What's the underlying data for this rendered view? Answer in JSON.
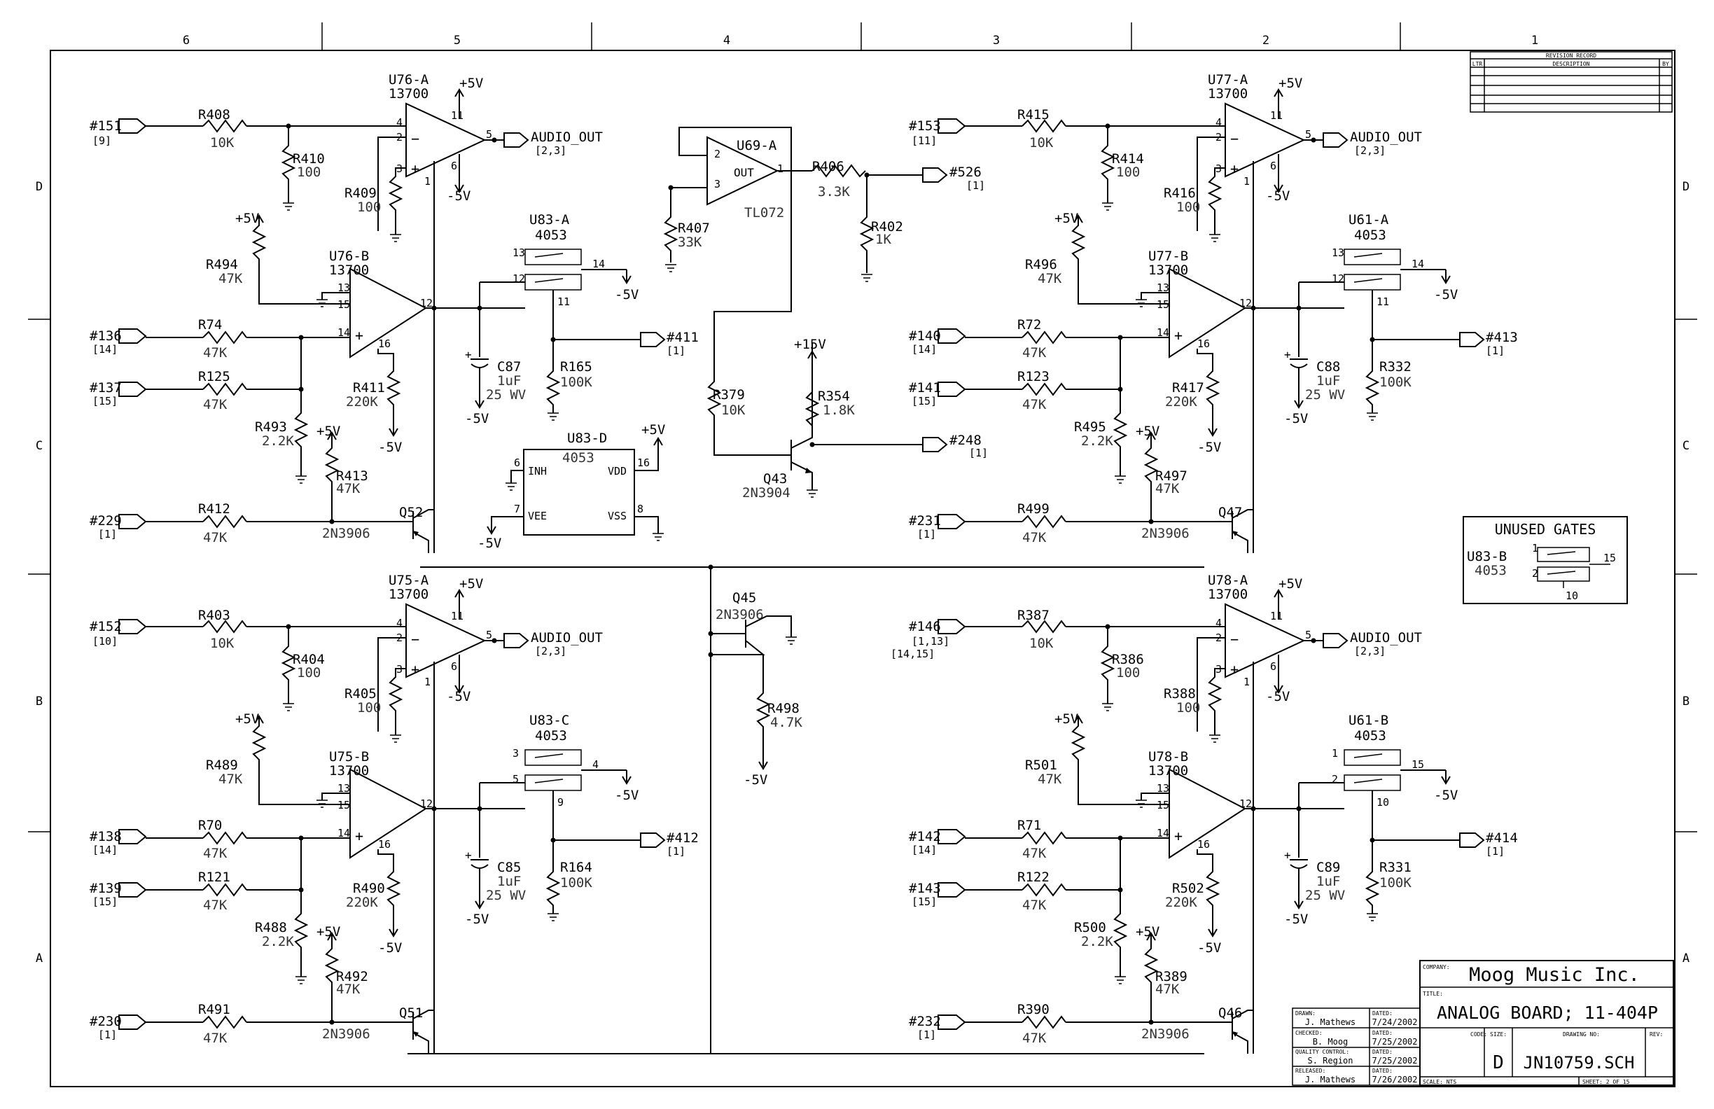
{
  "border": {
    "columns": [
      "6",
      "5",
      "4",
      "3",
      "2",
      "1"
    ],
    "rows": [
      "D",
      "C",
      "B",
      "A"
    ]
  },
  "revision": {
    "title": "REVISION RECORD",
    "ltr": "LTR",
    "description": "DESCRIPTION",
    "by": "BY"
  },
  "title_block": {
    "company_label": "COMPANY:",
    "company": "Moog Music Inc.",
    "title_label": "TITLE:",
    "title": "ANALOG BOARD; 11-404P",
    "drawn_label": "DRAWN:",
    "drawn": "J. Mathews",
    "drawn_dated_label": "DATED:",
    "drawn_date": "7/24/2002",
    "checked_label": "CHECKED:",
    "checked": "B. Moog",
    "checked_dated_label": "DATED:",
    "checked_date": "7/25/2002",
    "qc_label": "QUALITY CONTROL:",
    "qc": "S. Region",
    "qc_dated_label": "DATED:",
    "qc_date": "7/25/2002",
    "released_label": "RELEASED:",
    "released": "J. Mathews",
    "released_dated_label": "DATED:",
    "released_date": "7/26/2002",
    "code_label": "CODE:",
    "size_label": "SIZE:",
    "size": "D",
    "drawing_label": "DRAWING NO:",
    "drawing_no": "JN10759.SCH",
    "rev_label": "REV:",
    "scale": "SCALE:   NTS",
    "sheet": "SHEET:  2  OF  15"
  },
  "unused_gates": {
    "title": "UNUSED GATES",
    "part": "U83-B",
    "value": "4053",
    "p1": "1",
    "p2": "2",
    "p15": "15",
    "p10": "10"
  },
  "u69": {
    "ref": "U69-A",
    "out": "OUT",
    "value": "TL072",
    "p1": "1",
    "p2": "2",
    "p3": "3",
    "r406": "R406",
    "r406v": "3.3K",
    "r402": "R402",
    "r402v": "1K",
    "r407": "R407",
    "r407v": "33K",
    "port526": "#526",
    "port526n": "[1]"
  },
  "q43": {
    "ref": "Q43",
    "value": "2N3904",
    "r379": "R379",
    "r379v": "10K",
    "r354": "R354",
    "r354v": "1.8K",
    "p15v": "+15V",
    "port248": "#248",
    "port248n": "[1]"
  },
  "q45": {
    "ref": "Q45",
    "value": "2N3906",
    "r498": "R498",
    "r498v": "4.7K",
    "m5v": "-5V"
  },
  "u83d": {
    "ref": "U83-D",
    "value": "4053",
    "inh": "INH",
    "vdd": "VDD",
    "vee": "VEE",
    "vss": "VSS",
    "p6": "6",
    "p7": "7",
    "p8": "8",
    "p16": "16",
    "p5v": "+5V",
    "m5v": "-5V"
  },
  "sections": [
    {
      "id": "s1",
      "in": "#151",
      "in_n": "[9]",
      "rin": "R408",
      "rinv": "10K",
      "rsh": "R410",
      "rshv": "100",
      "rp": "R409",
      "rpv": "100",
      "ua": "U76-A",
      "uav": "13700",
      "out": "AUDIO_OUT",
      "out_n": "[2,3]",
      "ub": "U76-B",
      "ubv": "13700",
      "rpu": "R494",
      "rpuv": "47K",
      "in2": "#136",
      "in2_n": "[14]",
      "r2": "R74",
      "r2v": "47K",
      "in3": "#137",
      "in3_n": "[15]",
      "r3": "R125",
      "r3v": "47K",
      "rg": "R493",
      "rgv": "2.2K",
      "rb": "R411",
      "rbv": "220K",
      "sw": "U83-A",
      "swv": "4053",
      "swa": "13",
      "swb": "12",
      "swc": "14",
      "swd": "11",
      "cap": "C87",
      "capv": "1uF",
      "capwv": "25 WV",
      "r4": "R165",
      "r4v": "100K",
      "port": "#411",
      "port_n": "[1]",
      "rq": "R413",
      "rqv": "47K",
      "in4": "#229",
      "in4_n": "[1]",
      "r5": "R412",
      "r5v": "47K",
      "q": "Q52",
      "qv": "2N3906",
      "p5v": "+5V",
      "m5v": "-5V",
      "p4": "4",
      "p2": "2",
      "p3": "3",
      "p5": "5",
      "p6": "6",
      "p11": "11",
      "p1": "1",
      "p13": "13",
      "p15": "15",
      "p14": "14",
      "p12": "12",
      "p16": "16"
    },
    {
      "id": "s2",
      "in": "#153",
      "in_n": "[11]",
      "rin": "R415",
      "rinv": "10K",
      "rsh": "R414",
      "rshv": "100",
      "rp": "R416",
      "rpv": "100",
      "ua": "U77-A",
      "uav": "13700",
      "out": "AUDIO_OUT",
      "out_n": "[2,3]",
      "ub": "U77-B",
      "ubv": "13700",
      "rpu": "R496",
      "rpuv": "47K",
      "in2": "#140",
      "in2_n": "[14]",
      "r2": "R72",
      "r2v": "47K",
      "in3": "#141",
      "in3_n": "[15]",
      "r3": "R123",
      "r3v": "47K",
      "rg": "R495",
      "rgv": "2.2K",
      "rb": "R417",
      "rbv": "220K",
      "sw": "U61-A",
      "swv": "4053",
      "swa": "13",
      "swb": "12",
      "swc": "14",
      "swd": "11",
      "cap": "C88",
      "capv": "1uF",
      "capwv": "25 WV",
      "r4": "R332",
      "r4v": "100K",
      "port": "#413",
      "port_n": "[1]",
      "rq": "R497",
      "rqv": "47K",
      "in4": "#231",
      "in4_n": "[1]",
      "r5": "R499",
      "r5v": "47K",
      "q": "Q47",
      "qv": "2N3906",
      "p5v": "+5V",
      "m5v": "-5V",
      "p4": "4",
      "p2": "2",
      "p3": "3",
      "p5": "5",
      "p6": "6",
      "p11": "11",
      "p1": "1",
      "p13": "13",
      "p15": "15",
      "p14": "14",
      "p12": "12",
      "p16": "16"
    },
    {
      "id": "s3",
      "in": "#152",
      "in_n": "[10]",
      "rin": "R403",
      "rinv": "10K",
      "rsh": "R404",
      "rshv": "100",
      "rp": "R405",
      "rpv": "100",
      "ua": "U75-A",
      "uav": "13700",
      "out": "AUDIO_OUT",
      "out_n": "[2,3]",
      "ub": "U75-B",
      "ubv": "13700",
      "rpu": "R489",
      "rpuv": "47K",
      "in2": "#138",
      "in2_n": "[14]",
      "r2": "R70",
      "r2v": "47K",
      "in3": "#139",
      "in3_n": "[15]",
      "r3": "R121",
      "r3v": "47K",
      "rg": "R488",
      "rgv": "2.2K",
      "rb": "R490",
      "rbv": "220K",
      "sw": "U83-C",
      "swv": "4053",
      "swa": "3",
      "swb": "5",
      "swc": "4",
      "swd": "9",
      "cap": "C85",
      "capv": "1uF",
      "capwv": "25 WV",
      "r4": "R164",
      "r4v": "100K",
      "port": "#412",
      "port_n": "[1]",
      "rq": "R492",
      "rqv": "47K",
      "in4": "#230",
      "in4_n": "[1]",
      "r5": "R491",
      "r5v": "47K",
      "q": "Q51",
      "qv": "2N3906",
      "p5v": "+5V",
      "m5v": "-5V",
      "p4": "4",
      "p2": "2",
      "p3": "3",
      "p5": "5",
      "p6": "6",
      "p11": "11",
      "p1": "1",
      "p13": "13",
      "p15": "15",
      "p14": "14",
      "p12": "12",
      "p16": "16"
    },
    {
      "id": "s4",
      "in": "#146",
      "in_n": "[1,13]",
      "in_n2": "[14,15]",
      "rin": "R387",
      "rinv": "10K",
      "rsh": "R386",
      "rshv": "100",
      "rp": "R388",
      "rpv": "100",
      "ua": "U78-A",
      "uav": "13700",
      "out": "AUDIO_OUT",
      "out_n": "[2,3]",
      "ub": "U78-B",
      "ubv": "13700",
      "rpu": "R501",
      "rpuv": "47K",
      "in2": "#142",
      "in2_n": "[14]",
      "r2": "R71",
      "r2v": "47K",
      "in3": "#143",
      "in3_n": "[15]",
      "r3": "R122",
      "r3v": "47K",
      "rg": "R500",
      "rgv": "2.2K",
      "rb": "R502",
      "rbv": "220K",
      "sw": "U61-B",
      "swv": "4053",
      "swa": "1",
      "swb": "2",
      "swc": "15",
      "swd": "10",
      "cap": "C89",
      "capv": "1uF",
      "capwv": "25 WV",
      "r4": "R331",
      "r4v": "100K",
      "port": "#414",
      "port_n": "[1]",
      "rq": "R389",
      "rqv": "47K",
      "in4": "#232",
      "in4_n": "[1]",
      "r5": "R390",
      "r5v": "47K",
      "q": "Q46",
      "qv": "2N3906",
      "p5v": "+5V",
      "m5v": "-5V",
      "p4": "4",
      "p2": "2",
      "p3": "3",
      "p5": "5",
      "p6": "6",
      "p11": "11",
      "p1": "1",
      "p13": "13",
      "p15": "15",
      "p14": "14",
      "p12": "12",
      "p16": "16"
    }
  ]
}
